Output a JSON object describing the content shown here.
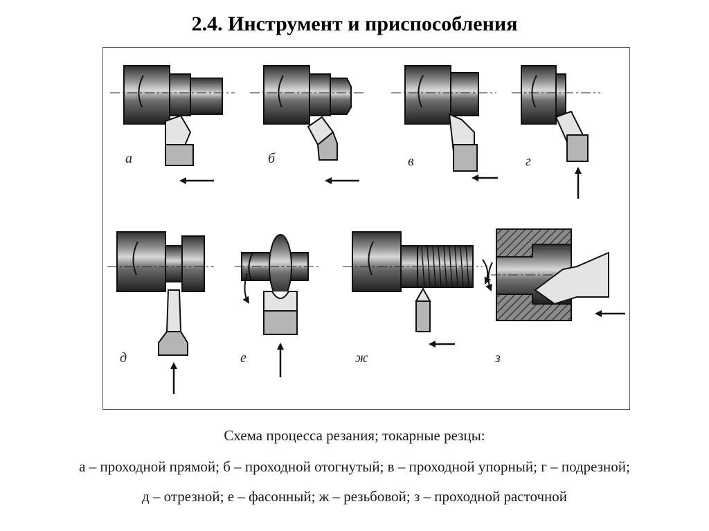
{
  "title": "2.4. Инструмент и приспособления",
  "figure": {
    "labels": [
      "а",
      "б",
      "в",
      "г",
      "д",
      "е",
      "ж",
      "з"
    ]
  },
  "caption": {
    "heading": "Схема процесса резания; токарные резцы:",
    "line1": "а – проходной прямой; б – проходной отогнутый; в – проходной упорный;  г – подрезной;",
    "line2": "д – отрезной; е – фасонный; ж – резьбовой; з – проходной расточной"
  },
  "colors": {
    "metal_dark": "#3a3a3a",
    "metal_light": "#9a9a9a",
    "tool_gray": "#b5b5b5",
    "tool_light": "#e4e4e4"
  }
}
